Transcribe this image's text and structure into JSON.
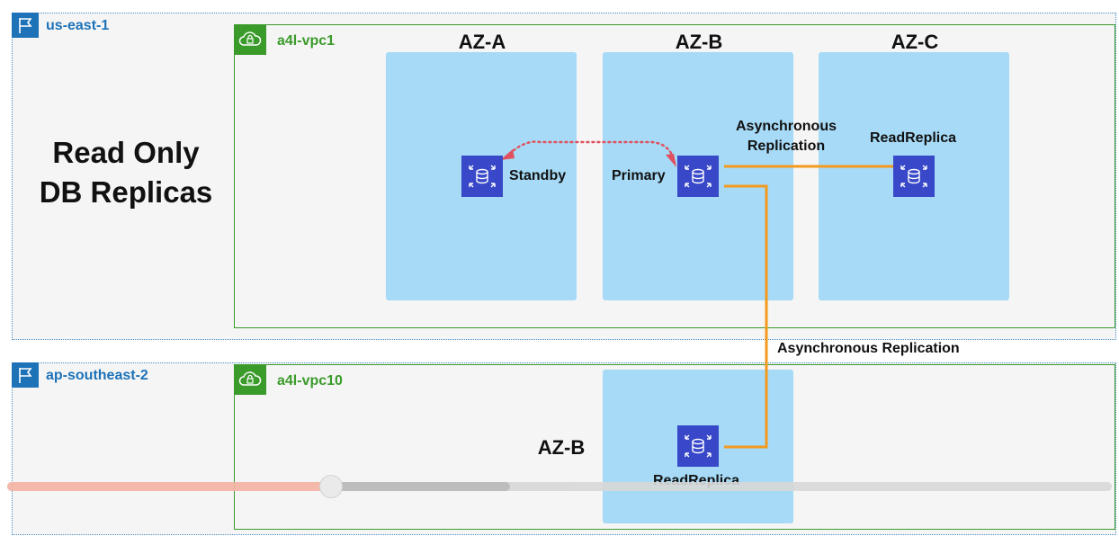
{
  "diagram": {
    "title_line1": "Read Only",
    "title_line2": "DB Replicas"
  },
  "regions": {
    "primary": {
      "name": "us-east-1",
      "icon": "flag-icon"
    },
    "secondary": {
      "name": "ap-southeast-2",
      "icon": "flag-icon"
    }
  },
  "vpcs": {
    "primary": {
      "name": "a4l-vpc1",
      "icon": "vpc-cloud-lock-icon"
    },
    "secondary": {
      "name": "a4l-vpc10",
      "icon": "vpc-cloud-lock-icon"
    }
  },
  "azs": {
    "a": "AZ-A",
    "b": "AZ-B",
    "c": "AZ-C",
    "remote_b": "AZ-B"
  },
  "nodes": {
    "standby": {
      "label": "Standby",
      "icon": "rds-database-icon"
    },
    "primary": {
      "label": "Primary",
      "icon": "rds-database-icon"
    },
    "replica_azc": {
      "label": "ReadReplica",
      "icon": "rds-database-icon"
    },
    "replica_remote": {
      "label": "ReadReplica",
      "icon": "rds-database-icon"
    }
  },
  "links": {
    "local_replication_line1": "Asynchronous",
    "local_replication_line2": "Replication",
    "cross_region_replication": "Asynchronous Replication"
  },
  "colors": {
    "region_border": "#4a8fc4",
    "region_label": "#1d72b8",
    "vpc_border": "#3b9b2a",
    "az_fill": "#a6daf6",
    "db_icon": "#3848c8",
    "replication_line": "#f39a1e",
    "standby_sync": "#e0505e"
  },
  "video_player": {
    "progress_fraction": 0.293,
    "buffered_fraction": 0.455
  }
}
